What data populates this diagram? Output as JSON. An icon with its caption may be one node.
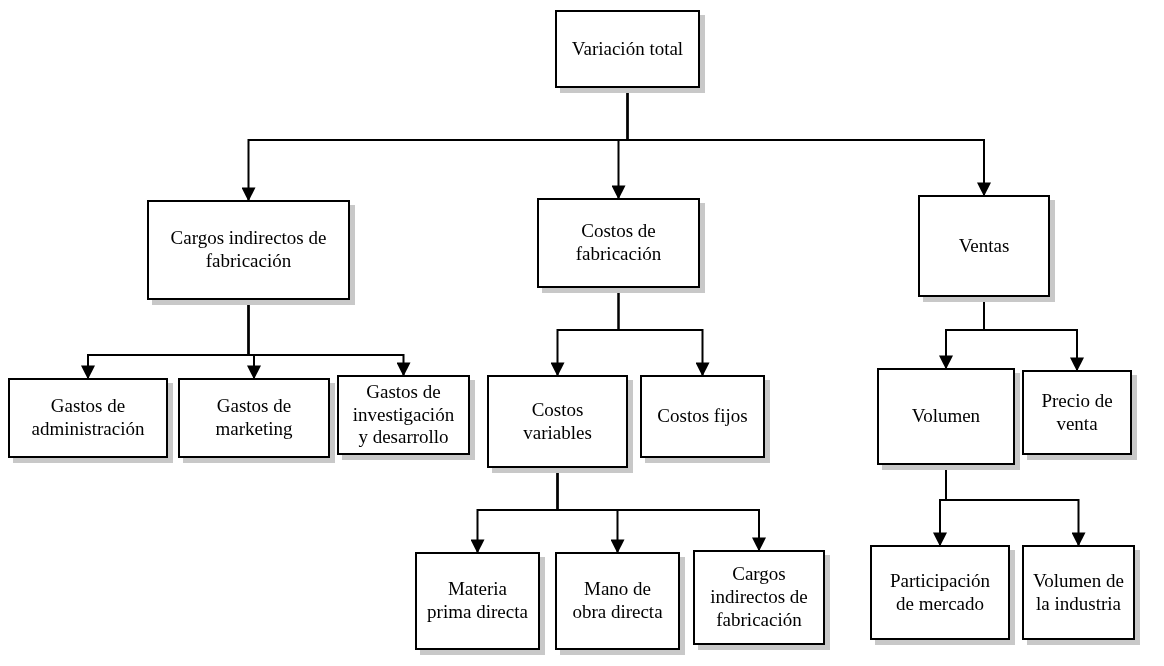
{
  "diagram": {
    "nodes": [
      {
        "text": [
          "Variación total"
        ]
      },
      {
        "text": [
          "Cargos indirectos de fabricación"
        ]
      },
      {
        "text": [
          "Costos de fabricación"
        ]
      },
      {
        "text": [
          "Ventas"
        ]
      },
      {
        "text": [
          "Gastos de administración"
        ]
      },
      {
        "text": [
          "Gastos de marketing"
        ]
      },
      {
        "text": [
          "Gastos de investigación y desarrollo"
        ]
      },
      {
        "text": [
          "Costos variables"
        ]
      },
      {
        "text": [
          "Costos fijos"
        ]
      },
      {
        "text": [
          "Volumen"
        ]
      },
      {
        "text": [
          "Precio de venta"
        ]
      },
      {
        "text": [
          "Materia prima directa"
        ]
      },
      {
        "text": [
          "Mano de obra directa"
        ]
      },
      {
        "text": [
          "Cargos indirectos de fabricación"
        ]
      },
      {
        "text": [
          "Participación de mercado"
        ]
      },
      {
        "text": [
          "Volumen de la industria"
        ]
      }
    ],
    "edges": [
      {
        "from": 0,
        "to": 1,
        "arrow": "to"
      },
      {
        "from": 0,
        "to": 2,
        "arrow": "to"
      },
      {
        "from": 0,
        "to": 3,
        "arrow": "to"
      },
      {
        "from": 1,
        "to": 4,
        "arrow": "to"
      },
      {
        "from": 1,
        "to": 5,
        "arrow": "to"
      },
      {
        "from": 1,
        "to": 6,
        "arrow": "to"
      },
      {
        "from": 2,
        "to": 7,
        "arrow": "to"
      },
      {
        "from": 2,
        "to": 8,
        "arrow": "to"
      },
      {
        "from": 3,
        "to": 9,
        "arrow": "to"
      },
      {
        "from": 3,
        "to": 10,
        "arrow": "to"
      },
      {
        "from": 7,
        "to": 11,
        "arrow": "to"
      },
      {
        "from": 7,
        "to": 12,
        "arrow": "to"
      },
      {
        "from": 7,
        "to": 13,
        "arrow": "to"
      },
      {
        "from": 9,
        "to": 14,
        "arrow": "to"
      },
      {
        "from": 9,
        "to": 15,
        "arrow": "to"
      }
    ]
  }
}
